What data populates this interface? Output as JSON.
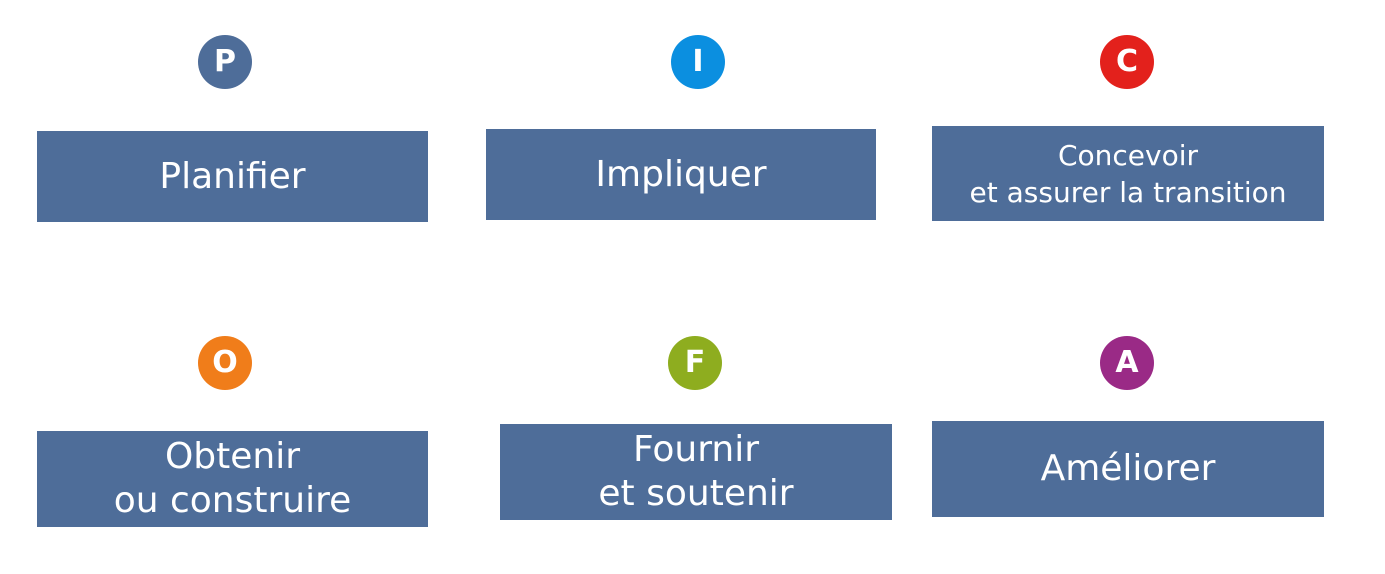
{
  "steps": [
    {
      "letter": "P",
      "color": "#4e6d99",
      "lines": [
        "Planifier"
      ]
    },
    {
      "letter": "I",
      "color": "#0b8fe0",
      "lines": [
        "Impliquer"
      ]
    },
    {
      "letter": "C",
      "color": "#e3211c",
      "lines": [
        "Concevoir",
        "et assurer la transition"
      ]
    },
    {
      "letter": "O",
      "color": "#f07d1a",
      "lines": [
        "Obtenir",
        "ou construire"
      ]
    },
    {
      "letter": "F",
      "color": "#8ead1f",
      "lines": [
        "Fournir",
        "et soutenir"
      ]
    },
    {
      "letter": "A",
      "color": "#9a2a86",
      "lines": [
        "Améliorer"
      ]
    }
  ],
  "box_color": "#4e6d99"
}
